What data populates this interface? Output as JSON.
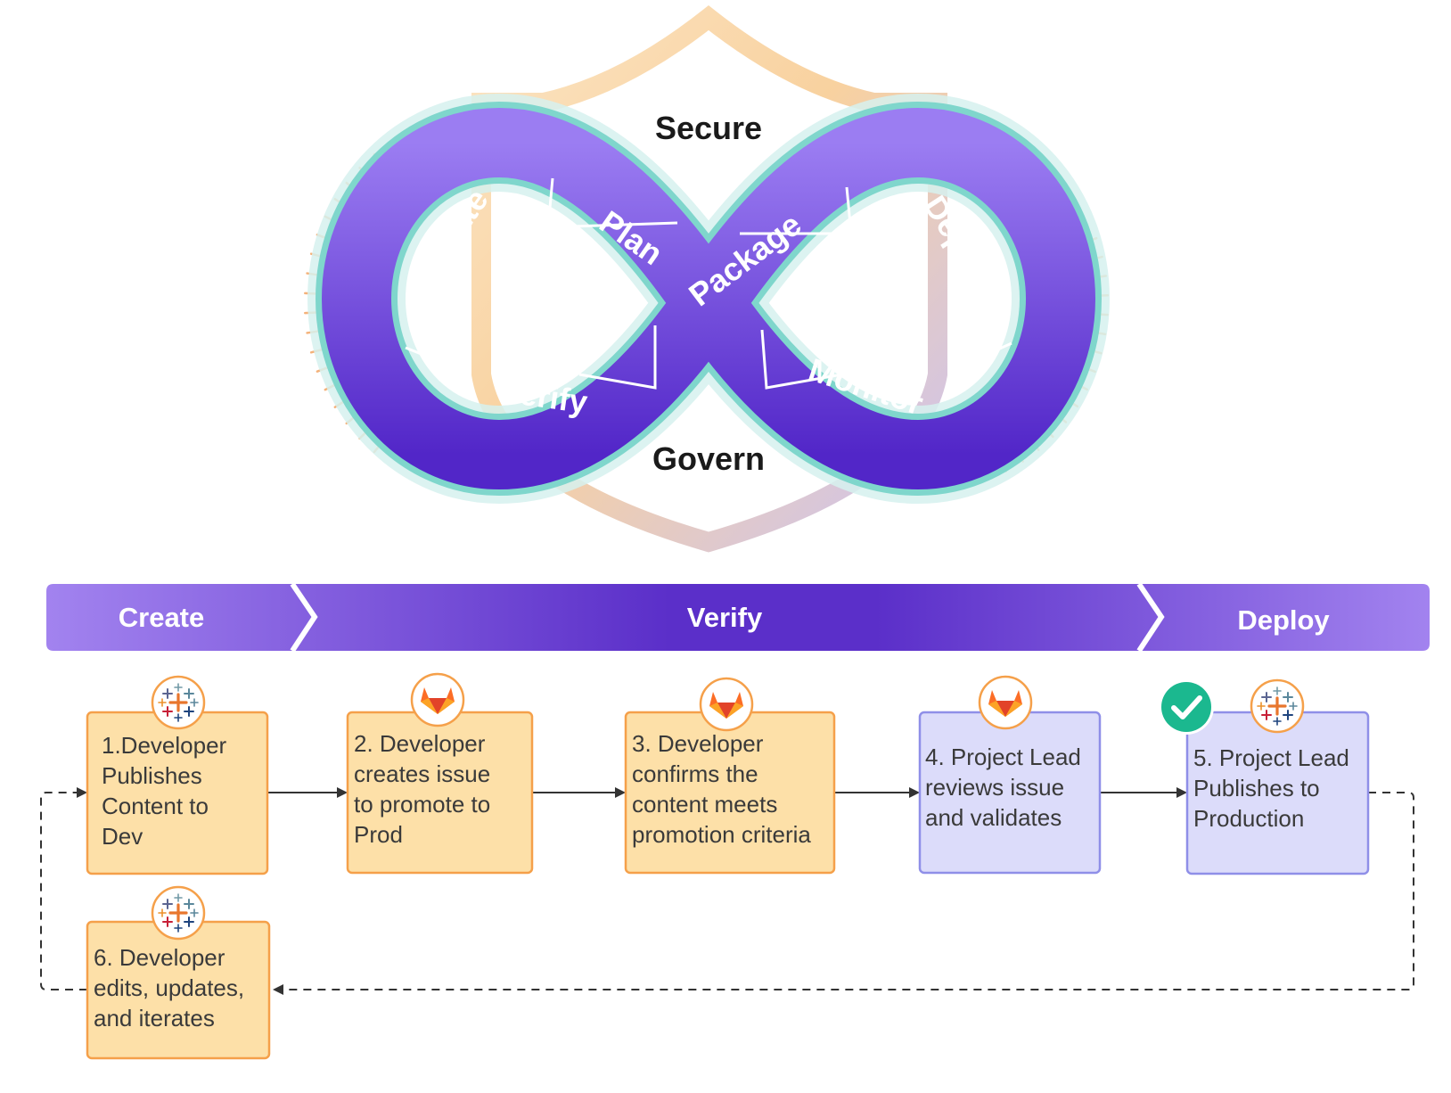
{
  "loop": {
    "secure": "Secure",
    "govern": "Govern",
    "stages": [
      "Create",
      "Plan",
      "Package",
      "Deploy",
      "Verify",
      "Monitor"
    ]
  },
  "phases": [
    "Create",
    "Verify",
    "Deploy"
  ],
  "steps": [
    {
      "id": 1,
      "lines": [
        "1.Developer",
        "Publishes",
        "Content to",
        "Dev"
      ],
      "icon": "tableau-icon"
    },
    {
      "id": 2,
      "lines": [
        "2. Developer",
        "creates issue",
        "to promote to",
        "Prod"
      ],
      "icon": "gitlab-icon"
    },
    {
      "id": 3,
      "lines": [
        "3. Developer",
        "confirms the",
        "content meets",
        "promotion criteria"
      ],
      "icon": "gitlab-icon"
    },
    {
      "id": 4,
      "lines": [
        "4. Project Lead",
        "reviews issue",
        "and validates"
      ],
      "icon": "gitlab-icon"
    },
    {
      "id": 5,
      "lines": [
        "5. Project Lead",
        "Publishes to",
        "Production"
      ],
      "icon": "tableau-icon",
      "badge": "checkmark-icon"
    },
    {
      "id": 6,
      "lines": [
        "6. Developer",
        "edits, updates,",
        "and iterates"
      ],
      "icon": "tableau-icon"
    }
  ],
  "colors": {
    "orange_fill": "#fde0a8",
    "orange_stroke": "#f5a04a",
    "lavender_fill": "#dcdcfa",
    "lavender_stroke": "#8f8fe8",
    "purple_dark": "#5b2fc9",
    "purple_light": "#9d7ef0",
    "teal": "#7fd6cc",
    "check_green": "#1bb88f"
  }
}
